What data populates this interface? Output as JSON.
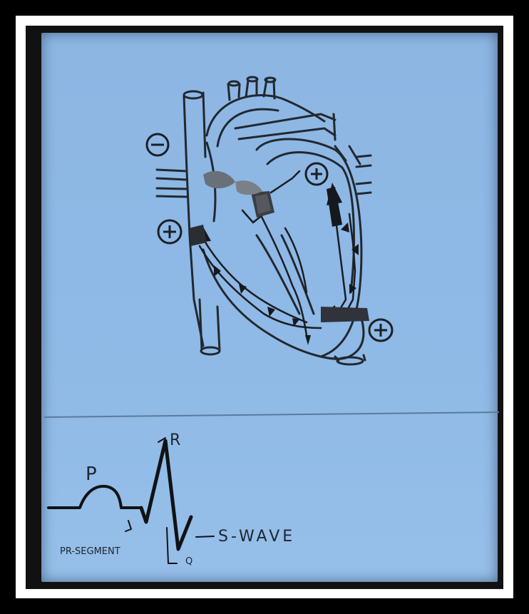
{
  "labels": {
    "p_wave": "P",
    "r_wave": "R",
    "s_wave": "S-WAVE",
    "pr_segment": "PR-SEGMENT",
    "q_wave": "Q"
  },
  "colors": {
    "board": "#8fb9e6",
    "frame": "#000000",
    "ink": "#1d2630"
  }
}
